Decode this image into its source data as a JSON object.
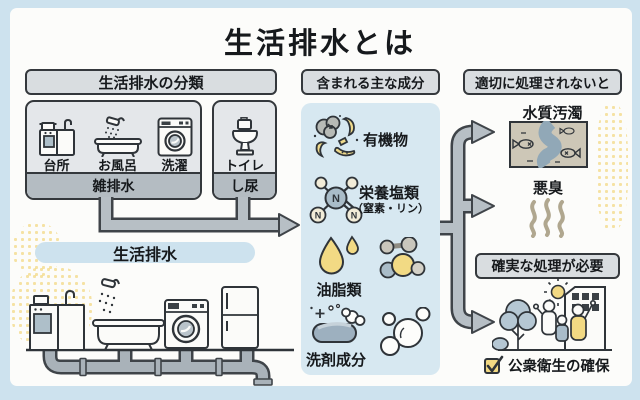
{
  "title": "生活排水とは",
  "classification": {
    "header": "生活排水の分類",
    "group1": {
      "band": "雑排水",
      "items": [
        {
          "label": "台所"
        },
        {
          "label": "お風呂"
        },
        {
          "label": "洗濯"
        }
      ]
    },
    "group2": {
      "band": "し尿",
      "items": [
        {
          "label": "トイレ"
        }
      ]
    },
    "flow_label": "生活排水"
  },
  "components": {
    "header": "含まれる主な成分",
    "organic": {
      "label": "有機物"
    },
    "nutrients": {
      "label": "栄養塩類",
      "sublabel": "（窒素・リン）",
      "atoms": {
        "center": "N",
        "left": "N",
        "right": "N"
      }
    },
    "oils": {
      "label": "油脂類"
    },
    "detergent": {
      "label": "洗剤成分"
    }
  },
  "consequences": {
    "header": "適切に処理されないと",
    "pollution": {
      "label": "水質汚濁"
    },
    "odor": {
      "label": "悪臭"
    }
  },
  "treatment": {
    "header": "確実な処理が必要",
    "caption": "公衆衛生の確保"
  },
  "colors": {
    "background": "#cde2ee",
    "card": "#fcfcfa",
    "panel_blue": "#d7e8f1",
    "box_gray": "#e4e7ea",
    "band_gray": "#b4bcc2",
    "arrow_gray": "#b7bfc5",
    "outline_dark": "#34383c",
    "accent_yellow": "#f2d983",
    "water_blue": "#91a8b7",
    "river_bg": "#cdc7b7",
    "soap_blue": "#9db0bf",
    "tree_blue": "#b5c7d3",
    "ink": "#16191c"
  }
}
